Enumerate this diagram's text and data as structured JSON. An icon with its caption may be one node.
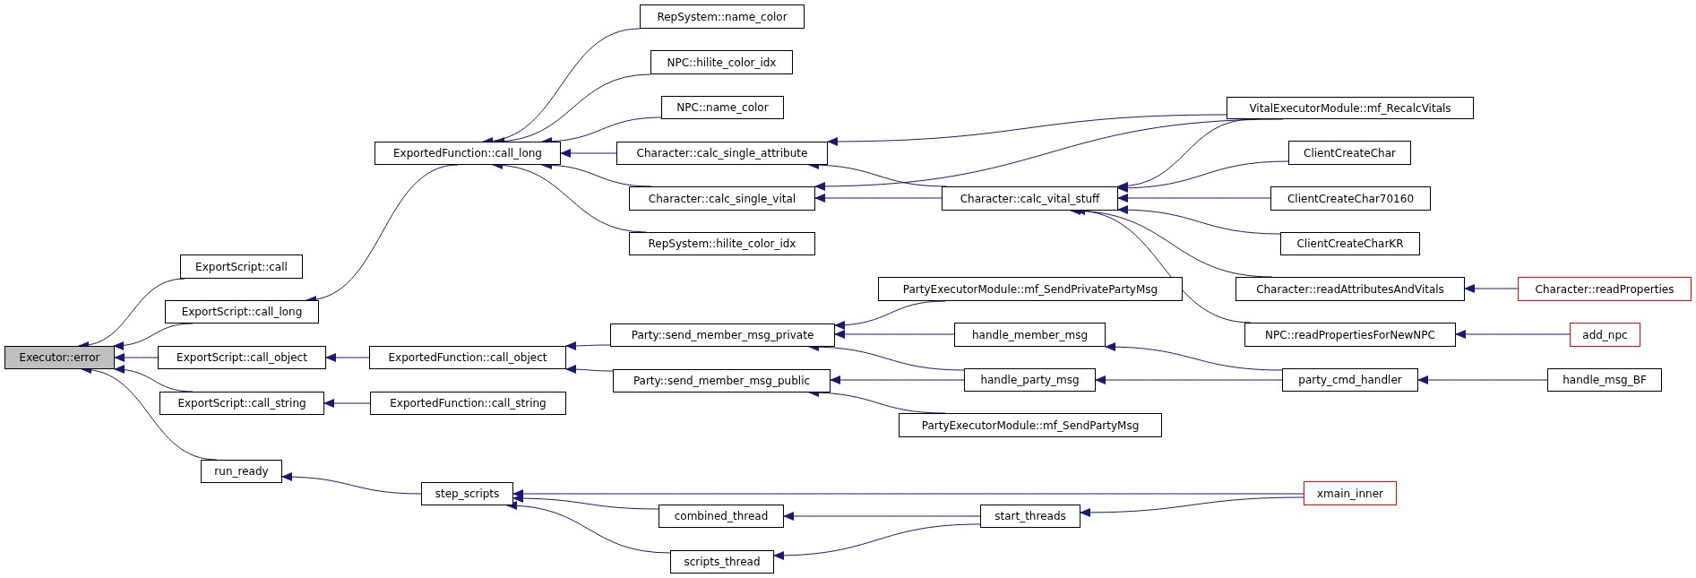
{
  "diagram": {
    "nodes": [
      {
        "text": [
          "Executor::error"
        ]
      },
      {
        "text": [
          "ExportScript::call"
        ]
      },
      {
        "text": [
          "ExportScript::call_long"
        ]
      },
      {
        "text": [
          "ExportScript::call_object"
        ]
      },
      {
        "text": [
          "ExportScript::call_string"
        ]
      },
      {
        "text": [
          "run_ready"
        ]
      },
      {
        "text": [
          "ExportedFunction::call_long"
        ]
      },
      {
        "text": [
          "ExportedFunction::call_object"
        ]
      },
      {
        "text": [
          "ExportedFunction::call_string"
        ]
      },
      {
        "text": [
          "step_scripts"
        ]
      },
      {
        "text": [
          "RepSystem::name_color"
        ]
      },
      {
        "text": [
          "NPC::hilite_color_idx"
        ]
      },
      {
        "text": [
          "NPC::name_color"
        ]
      },
      {
        "text": [
          "Character::calc_single_attribute"
        ]
      },
      {
        "text": [
          "Character::calc_single_vital"
        ]
      },
      {
        "text": [
          "RepSystem::hilite_color_idx"
        ]
      },
      {
        "text": [
          "Party::send_member_msg_private"
        ]
      },
      {
        "text": [
          "Party::send_member_msg_public"
        ]
      },
      {
        "text": [
          "combined_thread"
        ]
      },
      {
        "text": [
          "scripts_thread"
        ]
      },
      {
        "text": [
          "Character::calc_vital_stuff"
        ]
      },
      {
        "text": [
          "PartyExecutorModule::mf_SendPrivatePartyMsg"
        ]
      },
      {
        "text": [
          "handle_member_msg"
        ]
      },
      {
        "text": [
          "handle_party_msg"
        ]
      },
      {
        "text": [
          "PartyExecutorModule::mf_SendPartyMsg"
        ]
      },
      {
        "text": [
          "start_threads"
        ]
      },
      {
        "text": [
          "VitalExecutorModule::mf_RecalcVitals"
        ]
      },
      {
        "text": [
          "ClientCreateChar"
        ]
      },
      {
        "text": [
          "ClientCreateChar70160"
        ]
      },
      {
        "text": [
          "ClientCreateCharKR"
        ]
      },
      {
        "text": [
          "Character::readAttributesAndVitals"
        ]
      },
      {
        "text": [
          "NPC::readPropertiesForNewNPC"
        ]
      },
      {
        "text": [
          "party_cmd_handler"
        ]
      },
      {
        "text": [
          "xmain_inner"
        ]
      },
      {
        "text": [
          "Character::readProperties"
        ]
      },
      {
        "text": [
          "add_npc"
        ]
      },
      {
        "text": [
          "handle_msg_BF"
        ]
      }
    ],
    "edges": [
      {
        "from": 1,
        "to": 0,
        "arrow": "to"
      },
      {
        "from": 2,
        "to": 0,
        "arrow": "to"
      },
      {
        "from": 3,
        "to": 0,
        "arrow": "to"
      },
      {
        "from": 4,
        "to": 0,
        "arrow": "to"
      },
      {
        "from": 5,
        "to": 0,
        "arrow": "to"
      },
      {
        "from": 6,
        "to": 2,
        "arrow": "to"
      },
      {
        "from": 7,
        "to": 3,
        "arrow": "to"
      },
      {
        "from": 8,
        "to": 4,
        "arrow": "to"
      },
      {
        "from": 9,
        "to": 5,
        "arrow": "to"
      },
      {
        "from": 10,
        "to": 6,
        "arrow": "to"
      },
      {
        "from": 11,
        "to": 6,
        "arrow": "to"
      },
      {
        "from": 12,
        "to": 6,
        "arrow": "to"
      },
      {
        "from": 13,
        "to": 6,
        "arrow": "to"
      },
      {
        "from": 14,
        "to": 6,
        "arrow": "to"
      },
      {
        "from": 15,
        "to": 6,
        "arrow": "to"
      },
      {
        "from": 16,
        "to": 7,
        "arrow": "to"
      },
      {
        "from": 17,
        "to": 7,
        "arrow": "to"
      },
      {
        "from": 33,
        "to": 9,
        "arrow": "to"
      },
      {
        "from": 18,
        "to": 9,
        "arrow": "to"
      },
      {
        "from": 19,
        "to": 9,
        "arrow": "to"
      },
      {
        "from": 25,
        "to": 18,
        "arrow": "to"
      },
      {
        "from": 25,
        "to": 19,
        "arrow": "to"
      },
      {
        "from": 33,
        "to": 25,
        "arrow": "to"
      },
      {
        "from": 26,
        "to": 13,
        "arrow": "to"
      },
      {
        "from": 20,
        "to": 13,
        "arrow": "to"
      },
      {
        "from": 26,
        "to": 14,
        "arrow": "to"
      },
      {
        "from": 20,
        "to": 14,
        "arrow": "to"
      },
      {
        "from": 26,
        "to": 20,
        "arrow": "to"
      },
      {
        "from": 27,
        "to": 20,
        "arrow": "to"
      },
      {
        "from": 28,
        "to": 20,
        "arrow": "to"
      },
      {
        "from": 29,
        "to": 20,
        "arrow": "to"
      },
      {
        "from": 30,
        "to": 20,
        "arrow": "to"
      },
      {
        "from": 31,
        "to": 20,
        "arrow": "to"
      },
      {
        "from": 34,
        "to": 30,
        "arrow": "to"
      },
      {
        "from": 35,
        "to": 31,
        "arrow": "to"
      },
      {
        "from": 21,
        "to": 16,
        "arrow": "to"
      },
      {
        "from": 22,
        "to": 16,
        "arrow": "to"
      },
      {
        "from": 23,
        "to": 16,
        "arrow": "to"
      },
      {
        "from": 23,
        "to": 17,
        "arrow": "to"
      },
      {
        "from": 24,
        "to": 17,
        "arrow": "to"
      },
      {
        "from": 32,
        "to": 22,
        "arrow": "to"
      },
      {
        "from": 32,
        "to": 23,
        "arrow": "to"
      },
      {
        "from": 36,
        "to": 32,
        "arrow": "to"
      }
    ]
  }
}
